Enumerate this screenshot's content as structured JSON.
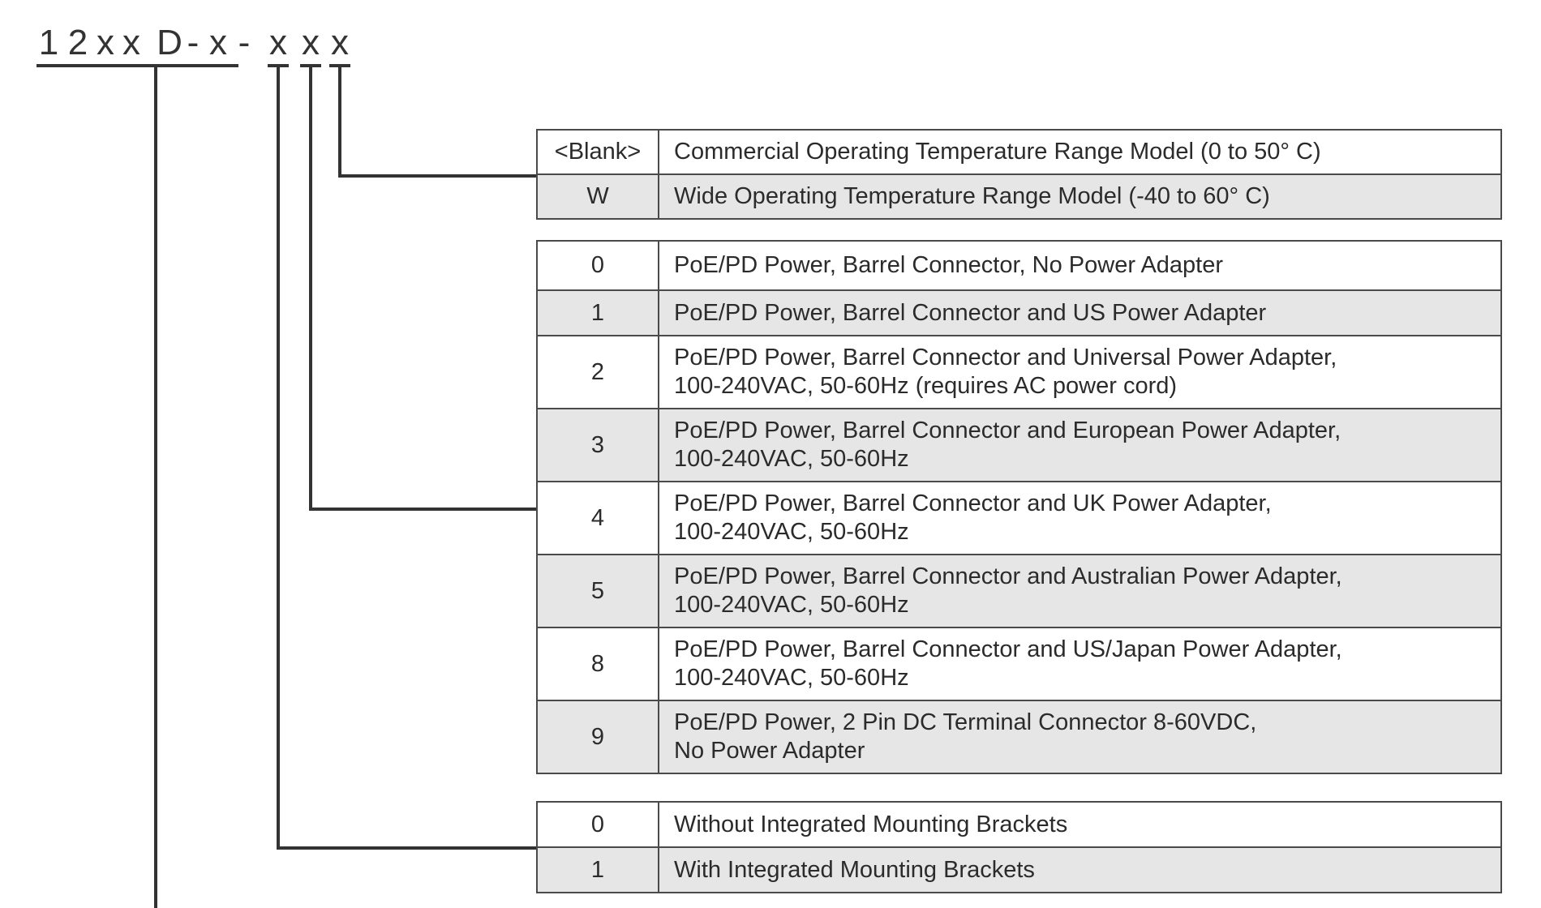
{
  "model_code": {
    "segments": [
      "1",
      "2",
      "x",
      "x",
      "D",
      "-",
      "x",
      "-",
      "x",
      "x",
      "x"
    ]
  },
  "tables": [
    {
      "id": "temperature",
      "rows": [
        {
          "code": "<Blank>",
          "desc": [
            "Commercial Operating Temperature Range Model (0 to 50° C)"
          ]
        },
        {
          "code": "W",
          "desc": [
            "Wide Operating Temperature Range Model (-40 to 60° C)"
          ]
        }
      ]
    },
    {
      "id": "power",
      "rows": [
        {
          "code": "0",
          "desc": [
            "PoE/PD Power, Barrel Connector, No Power Adapter"
          ]
        },
        {
          "code": "1",
          "desc": [
            "PoE/PD Power, Barrel Connector and US Power Adapter"
          ]
        },
        {
          "code": "2",
          "desc": [
            "PoE/PD Power, Barrel Connector and Universal Power Adapter,",
            "100-240VAC, 50-60Hz (requires AC power cord)"
          ]
        },
        {
          "code": "3",
          "desc": [
            "PoE/PD Power, Barrel Connector and European Power Adapter,",
            "100-240VAC, 50-60Hz"
          ]
        },
        {
          "code": "4",
          "desc": [
            "PoE/PD Power, Barrel Connector and UK Power Adapter,",
            "100-240VAC, 50-60Hz"
          ]
        },
        {
          "code": "5",
          "desc": [
            "PoE/PD Power, Barrel Connector and Australian Power Adapter,",
            "100-240VAC, 50-60Hz"
          ]
        },
        {
          "code": "8",
          "desc": [
            "PoE/PD Power, Barrel Connector and US/Japan Power Adapter,",
            "100-240VAC, 50-60Hz"
          ]
        },
        {
          "code": "9",
          "desc": [
            "PoE/PD Power, 2 Pin DC Terminal Connector 8-60VDC,",
            "No Power Adapter"
          ]
        }
      ]
    },
    {
      "id": "mounting",
      "rows": [
        {
          "code": "0",
          "desc": [
            "Without Integrated Mounting Brackets"
          ]
        },
        {
          "code": "1",
          "desc": [
            "With Integrated Mounting Brackets"
          ]
        }
      ]
    }
  ],
  "colors": {
    "line": "#333333",
    "border": "#4a4a4a",
    "row_shade": "#e6e6e6",
    "text": "#2b2b2b"
  }
}
